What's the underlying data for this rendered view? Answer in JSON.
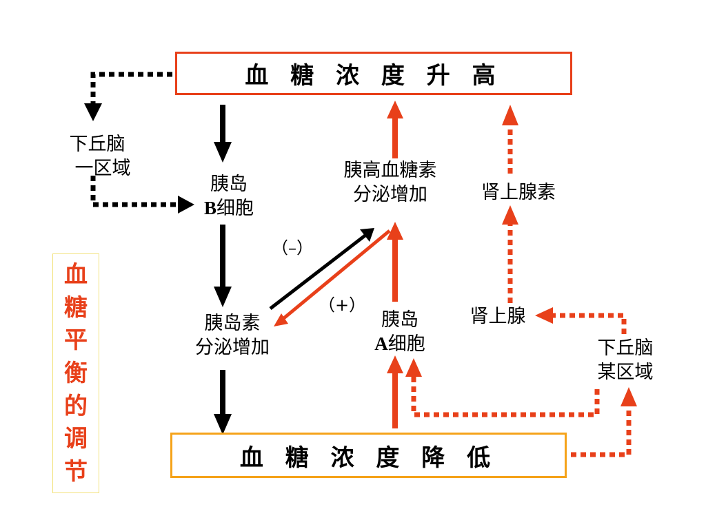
{
  "boxes": {
    "top": "血 糖 浓 度 升 高",
    "bottom": "血 糖 浓 度 降 低"
  },
  "nodes": {
    "hypothalamus_one_l1": "下丘脑",
    "hypothalamus_one_l2": "一区域",
    "b_cell_l1": "胰岛",
    "b_cell_l2_letter": "B",
    "b_cell_l2_rest": "细胞",
    "glucagon_l1": "胰高血糖素",
    "glucagon_l2": "分泌增加",
    "adrenaline": "肾上腺素",
    "insulin_l1": "胰岛素",
    "insulin_l2": "分泌增加",
    "a_cell_l1": "胰岛",
    "a_cell_l2_letter": "A",
    "a_cell_l2_rest": "细胞",
    "adrenal": "肾上腺",
    "hypothalamus_some_l1": "下丘脑",
    "hypothalamus_some_l2": "某区域"
  },
  "signs": {
    "minus": "（–）",
    "plus": "（+）"
  },
  "side_title": [
    "血",
    "糖",
    "平",
    "衡",
    "的",
    "调",
    "节"
  ],
  "colors": {
    "accent_red": "#e8401a",
    "bottom_box_border": "#f5a31a",
    "black": "#000000"
  }
}
